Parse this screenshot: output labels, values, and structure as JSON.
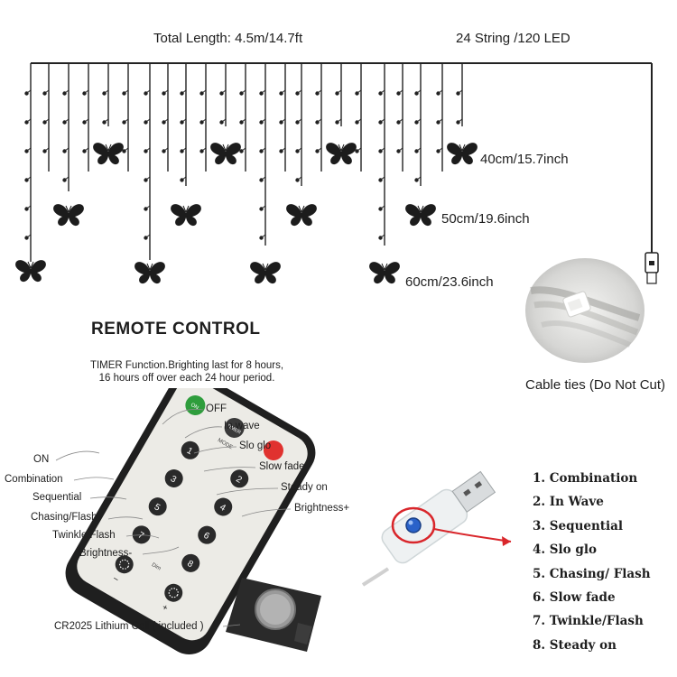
{
  "header": {
    "total_length": "Total Length: 4.5m/14.7ft",
    "string_count": "24 String /120 LED"
  },
  "drop_labels": {
    "short": "40cm/15.7inch",
    "medium": "50cm/19.6inch",
    "long": "60cm/23.6inch"
  },
  "cable_ties": {
    "label": "Cable ties (Do Not Cut)"
  },
  "remote": {
    "title": "REMOTE CONTROL",
    "timer_line1": "TIMER Function.Brighting last for 8 hours,",
    "timer_line2": "16 hours off over each 24 hour period.",
    "labels": {
      "off": "OFF",
      "in_wave": "In wave",
      "slo_glo": "Slo glo",
      "slow_fade": "Slow fade",
      "steady_on": "Steady on",
      "brightness_plus": "Brightness+",
      "on": "ON",
      "combination": "Combination",
      "sequential": "Sequential",
      "chasing_flash": "Chasing/Flash",
      "twinkle_flash": "Twinkle/Flash",
      "brightness_minus": "Brightness-"
    },
    "buttons": {
      "on": "ON",
      "timer": "TIMER",
      "mode": "MODE",
      "dim": "Dim",
      "n1": "1",
      "n2": "2",
      "n3": "3",
      "n4": "4",
      "n5": "5",
      "n6": "6",
      "n7": "7",
      "n8": "8",
      "plus": "+",
      "minus": "−"
    },
    "battery_label": "CR2025 Lithium Cell ( included )"
  },
  "modes": [
    "1. Combination",
    "2. In Wave",
    "3. Sequential",
    "4. Slo glo",
    "5. Chasing/ Flash",
    "6. Slow fade",
    "7. Twinkle/Flash",
    "8. Steady on"
  ],
  "colors": {
    "wire": "#222222",
    "off_button": "#e0322f",
    "on_button": "#2e9d3c",
    "usb_button": "#2a62c9",
    "arrow": "#d9262b",
    "remote_body": "#ece9e2",
    "remote_frame": "#222222"
  },
  "icons": [
    "butterfly-icon",
    "led-bulb-icon",
    "usb-plug-icon",
    "battery-icon"
  ]
}
